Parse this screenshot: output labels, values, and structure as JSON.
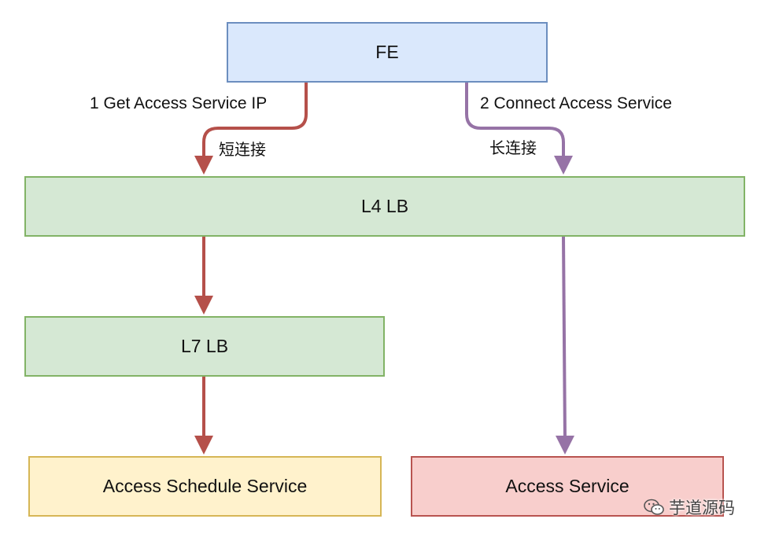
{
  "nodes": {
    "fe": "FE",
    "l4_lb": "L4 LB",
    "l7_lb": "L7 LB",
    "access_schedule_service": "Access Schedule Service",
    "access_service": "Access Service"
  },
  "edges": {
    "get_access_service_ip": "1 Get Access Service IP",
    "short_connection": "短连接",
    "connect_access_service": "2 Connect Access Service",
    "long_connection": "长连接"
  },
  "colors": {
    "path_schedule": "#b5504a",
    "path_access": "#9673a6"
  },
  "watermark": {
    "text": "芋道源码",
    "icon": "wechat-icon"
  }
}
